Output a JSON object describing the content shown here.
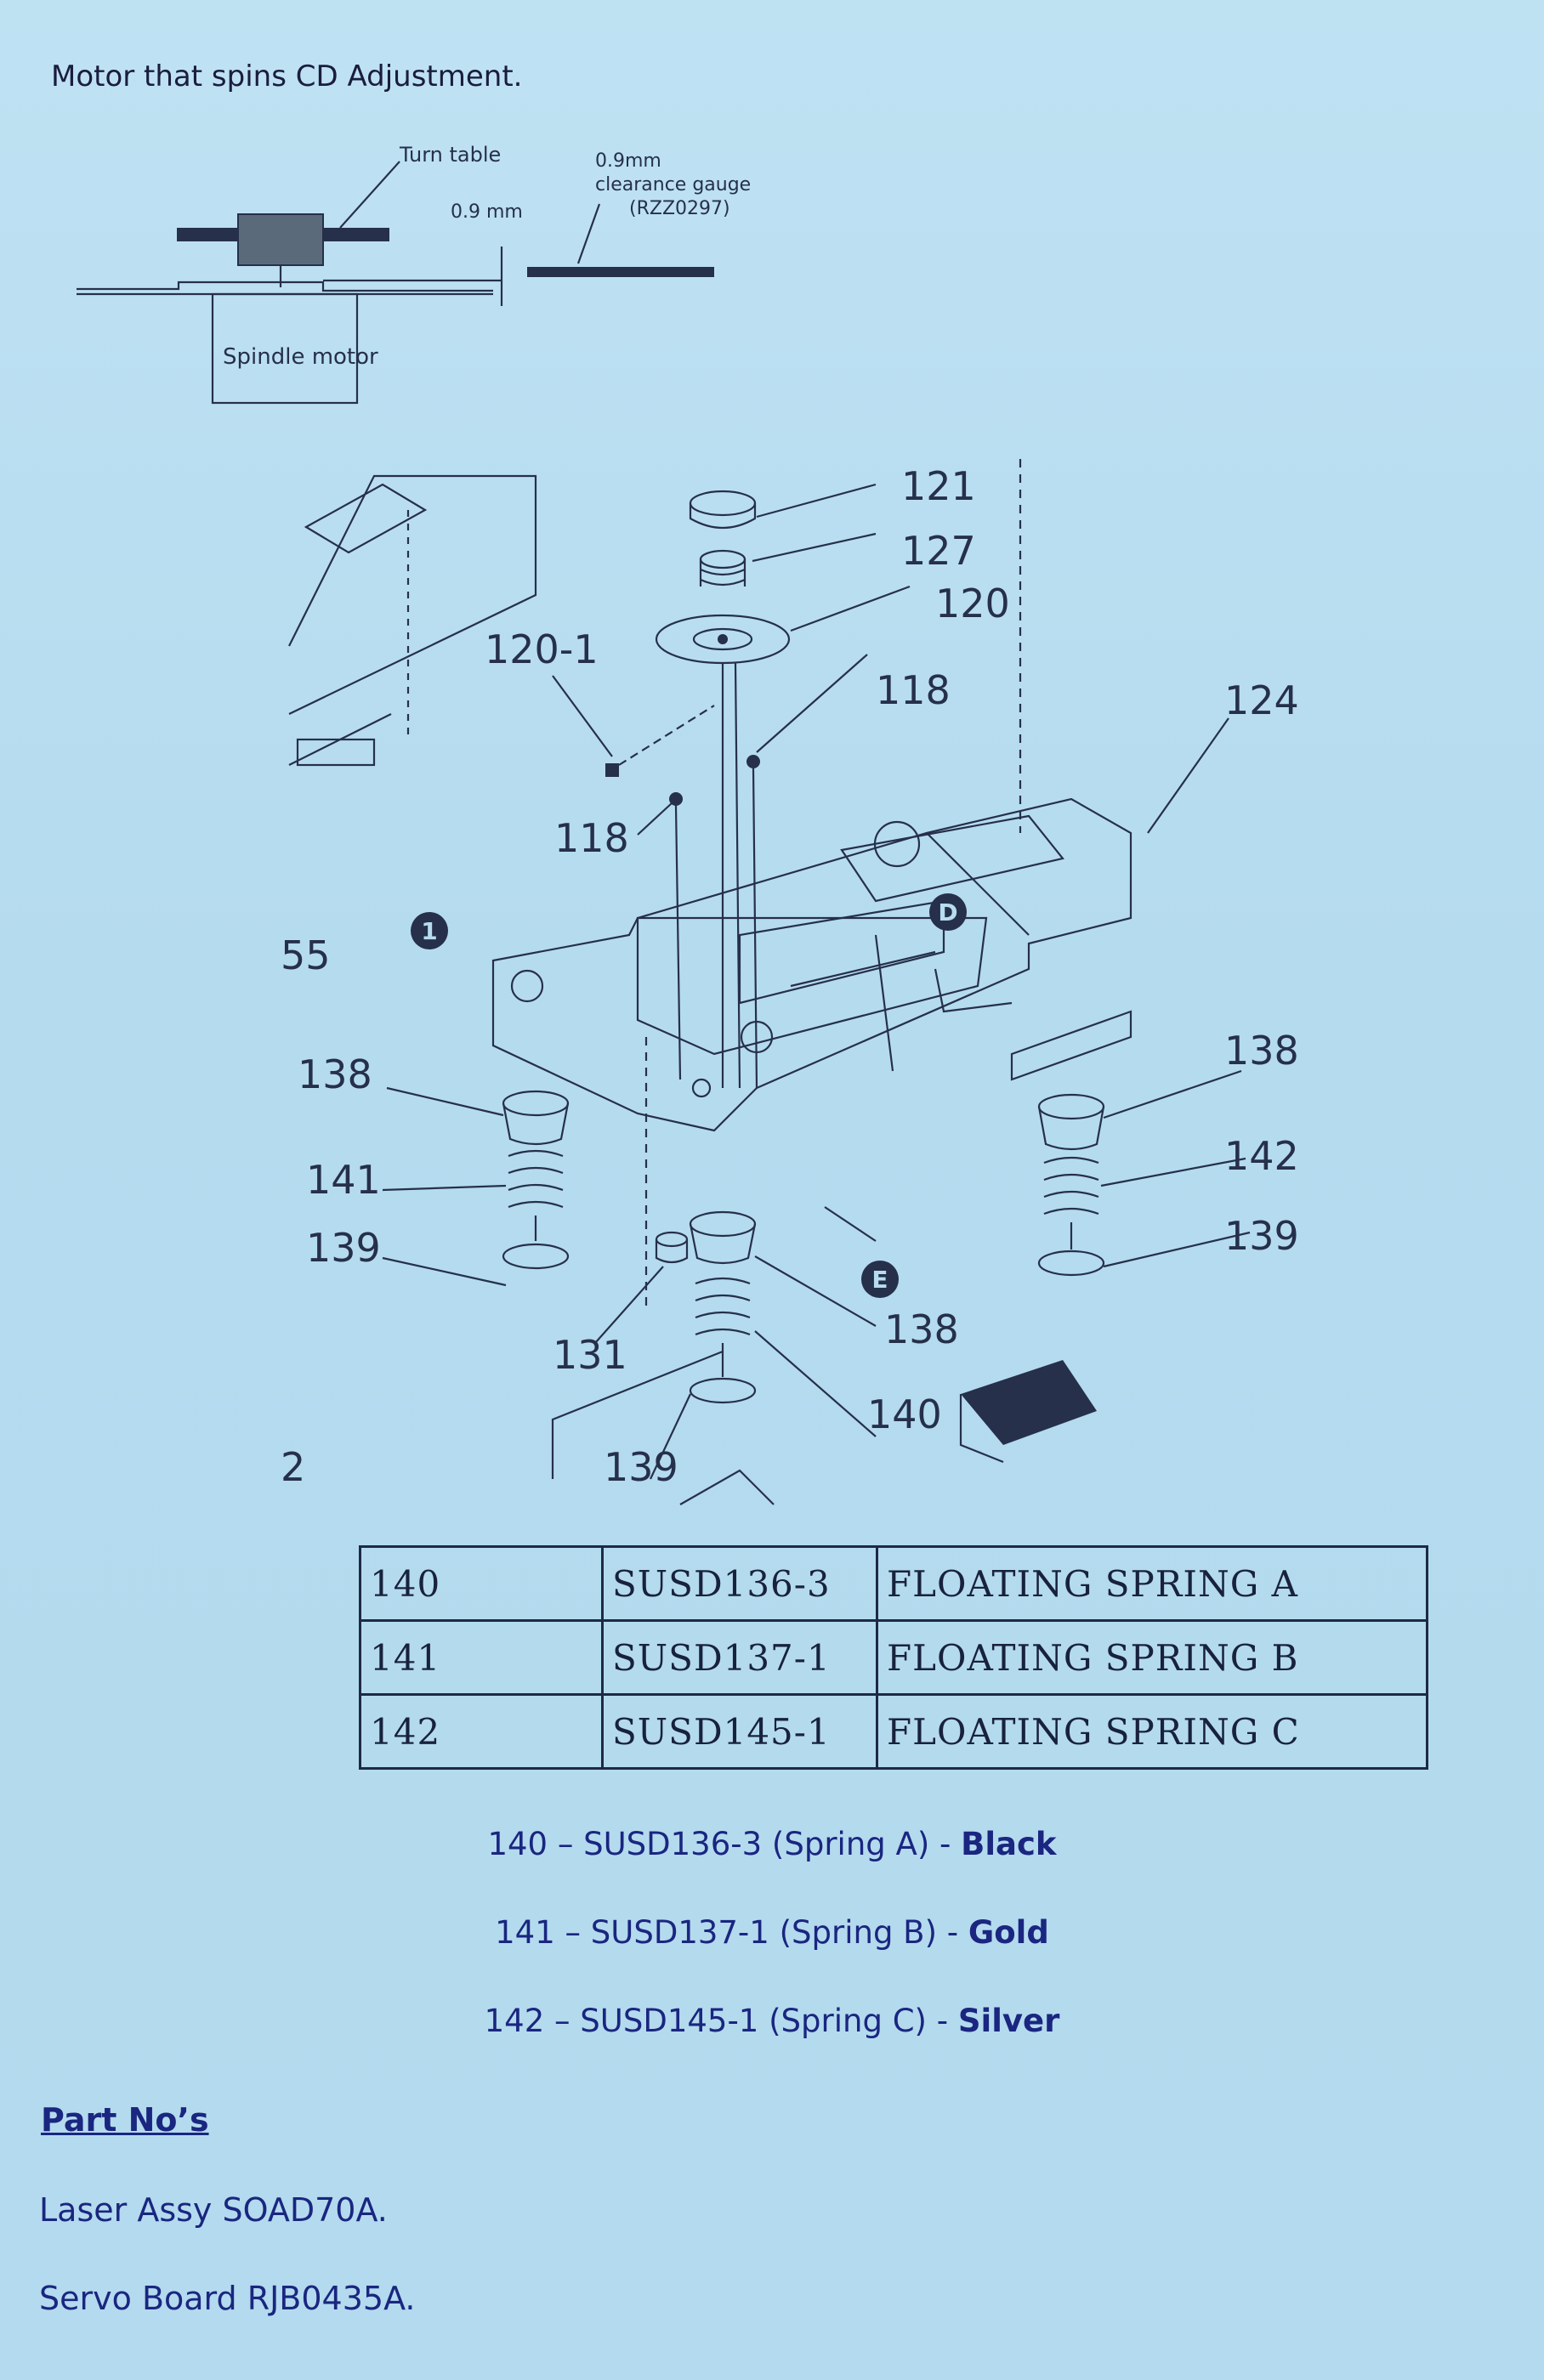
{
  "title": "Motor that spins CD Adjustment.",
  "top_diagram": {
    "turntable_label": "Turn table",
    "gap_label": "0.9 mm",
    "gauge_label_1": "0.9mm",
    "gauge_label_2": "clearance gauge",
    "gauge_label_3": "(RZZ0297)",
    "motor_label": "Spindle motor"
  },
  "callouts": {
    "c121": "121",
    "c127": "127",
    "c120": "120",
    "c120_1": "120-1",
    "c118a": "118",
    "c118b": "118",
    "c124": "124",
    "c55": "55",
    "c138a": "138",
    "c138b": "138",
    "c138c": "138",
    "c141": "141",
    "c142": "142",
    "c139a": "139",
    "c139b": "139",
    "c139c": "139",
    "c131": "131",
    "c140": "140",
    "c2": "2",
    "badge_1": "1",
    "badge_d": "D",
    "badge_e": "E"
  },
  "parts_table": [
    {
      "ref": "140",
      "part_no": "SUSD136-3",
      "description": "FLOATING SPRING A"
    },
    {
      "ref": "141",
      "part_no": "SUSD137-1",
      "description": "FLOATING SPRING B"
    },
    {
      "ref": "142",
      "part_no": "SUSD145-1",
      "description": "FLOATING SPRING C"
    }
  ],
  "spring_colors": [
    {
      "text": "140 – SUSD136-3 (Spring A) - ",
      "color": "Black"
    },
    {
      "text": "141 – SUSD137-1 (Spring B) - ",
      "color": "Gold"
    },
    {
      "text": "142 – SUSD145-1 (Spring C) - ",
      "color": "Silver"
    }
  ],
  "part_numbers": {
    "heading": "Part No’s",
    "laser": "Laser Assy SOAD70A.",
    "servo": "Servo Board RJB0435A."
  }
}
